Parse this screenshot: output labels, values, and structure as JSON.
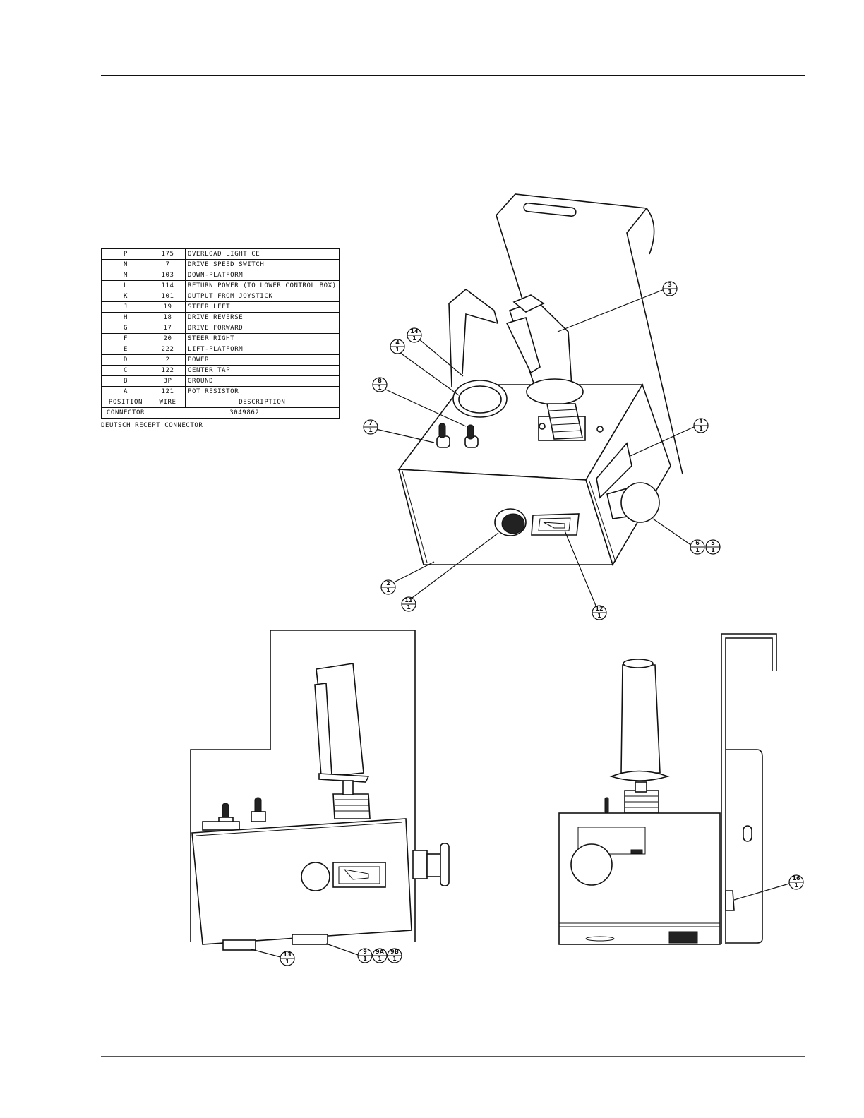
{
  "connector_table": {
    "rows": [
      {
        "position": "P",
        "wire": "175",
        "description": "OVERLOAD LIGHT CE"
      },
      {
        "position": "N",
        "wire": "7",
        "description": "DRIVE SPEED SWITCH"
      },
      {
        "position": "M",
        "wire": "103",
        "description": "DOWN-PLATFORM"
      },
      {
        "position": "L",
        "wire": "114",
        "description": "RETURN POWER (TO LOWER CONTROL BOX)"
      },
      {
        "position": "K",
        "wire": "101",
        "description": "OUTPUT FROM JOYSTICK"
      },
      {
        "position": "J",
        "wire": "19",
        "description": "STEER LEFT"
      },
      {
        "position": "H",
        "wire": "18",
        "description": "DRIVE REVERSE"
      },
      {
        "position": "G",
        "wire": "17",
        "description": "DRIVE FORWARD"
      },
      {
        "position": "F",
        "wire": "20",
        "description": "STEER RIGHT"
      },
      {
        "position": "E",
        "wire": "222",
        "description": "LIFT-PLATFORM"
      },
      {
        "position": "D",
        "wire": "2",
        "description": "POWER"
      },
      {
        "position": "C",
        "wire": "122",
        "description": "CENTER TAP"
      },
      {
        "position": "B",
        "wire": "3P",
        "description": "GROUND"
      },
      {
        "position": "A",
        "wire": "121",
        "description": "POT RESISTOR"
      }
    ],
    "header": {
      "position": "POSITION",
      "wire": "WIRE",
      "description": "DESCRIPTION"
    },
    "connector_label": "CONNECTOR",
    "connector_value": "3049862",
    "caption": "DEUTSCH RECEPT CONNECTOR"
  },
  "callouts": {
    "c1": "1",
    "c2": "2",
    "c3": "3",
    "c4": "4",
    "c5": "5",
    "c6": "6",
    "c7": "7",
    "c8": "8",
    "c9": "9",
    "c9a": "9A",
    "c9b": "9B",
    "c11": "11",
    "c12": "12",
    "c13": "13",
    "c14": "14",
    "c16": "16",
    "quantity": "1"
  }
}
